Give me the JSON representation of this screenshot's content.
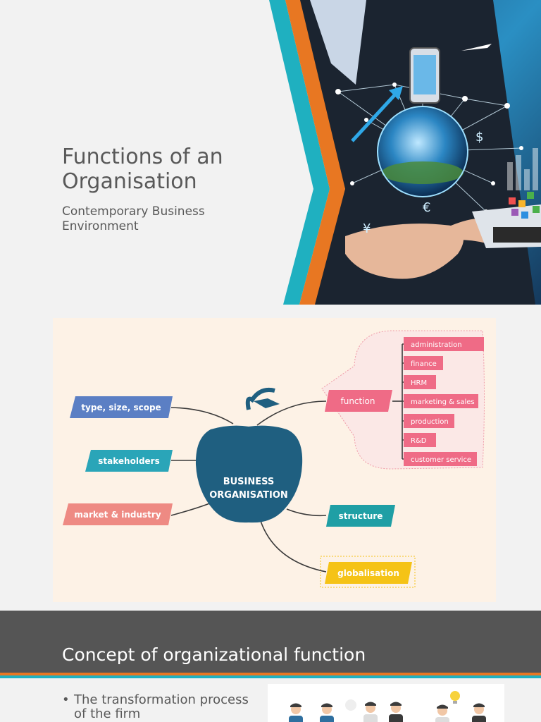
{
  "slide1": {
    "title": "Functions of an Organisation",
    "subtitle": "Contemporary Business Environment",
    "photo_icon": "technology-hand-globe-photo"
  },
  "slide2": {
    "center": {
      "line1": "BUSINESS",
      "line2": "ORGANISATION",
      "color": "#1f5f80",
      "icon": "apple-icon"
    },
    "left_nodes": [
      {
        "label": "type, size, scope",
        "color": "#5b7fc4"
      },
      {
        "label": "stakeholders",
        "color": "#2aa5b8"
      },
      {
        "label": "market & industry",
        "color": "#ee8a83"
      }
    ],
    "function_node": {
      "label": "function",
      "color": "#ef6b86"
    },
    "function_items": [
      "administration",
      "finance",
      "HRM",
      "marketing & sales",
      "production",
      "R&D",
      "customer service"
    ],
    "structure_node": {
      "label": "structure",
      "color": "#1f9fa5"
    },
    "globalisation_node": {
      "label": "globalisation",
      "color": "#f5c316"
    },
    "panel_bg": "#fdf2e6"
  },
  "slide3": {
    "heading": "Concept of organizational function",
    "bullets": [
      "The transformation process of the firm"
    ],
    "header_color": "#555555",
    "stripe_colors": [
      "#e87722",
      "#1fb0c0"
    ],
    "illustration_icon": "business-people-icon"
  }
}
